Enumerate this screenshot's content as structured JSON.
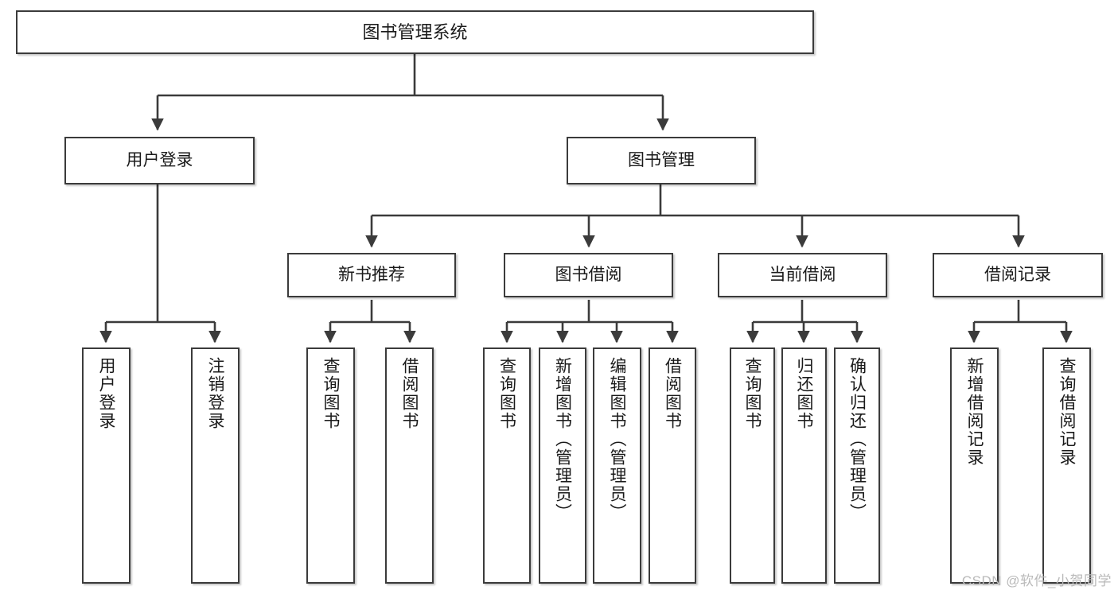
{
  "diagram": {
    "title": "图书管理系统",
    "watermark": "CSDN @软件_小贺同学",
    "line_color": "#3b3b3b",
    "box_border_color": "#3b3b3b",
    "box_fill_color": "#ffffff",
    "text_color": "#1a1a1a",
    "watermark_color": "#b9b9b9"
  },
  "nodes": {
    "root": {
      "label": "图书管理系统"
    },
    "level2": [
      {
        "label": "用户登录"
      },
      {
        "label": "图书管理"
      }
    ],
    "level3": [
      {
        "label": "新书推荐"
      },
      {
        "label": "图书借阅"
      },
      {
        "label": "当前借阅"
      },
      {
        "label": "借阅记录"
      }
    ],
    "leaves": {
      "user_login": [
        {
          "label": "用户登录"
        },
        {
          "label": "注销登录"
        }
      ],
      "new_book": [
        {
          "label": "查询图书"
        },
        {
          "label": "借阅图书"
        }
      ],
      "borrow_book": [
        {
          "label": "查询图书"
        },
        {
          "label": "新增图书（管理员）"
        },
        {
          "label": "编辑图书（管理员）"
        },
        {
          "label": "借阅图书"
        }
      ],
      "current_borrow": [
        {
          "label": "查询图书"
        },
        {
          "label": "归还图书"
        },
        {
          "label": "确认归还（管理员）"
        }
      ],
      "borrow_record": [
        {
          "label": "新增借阅记录"
        },
        {
          "label": "查询借阅记录"
        }
      ]
    }
  }
}
